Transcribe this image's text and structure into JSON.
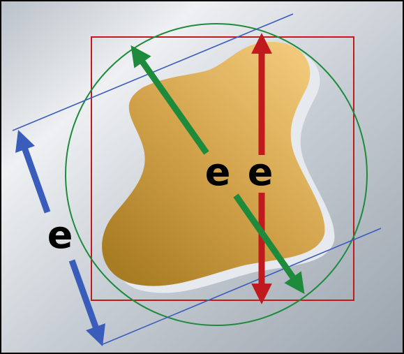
{
  "figure": {
    "labels": {
      "square_height": "e",
      "circle_diameter": "e",
      "parallel_lines_distance": "e"
    },
    "colors": {
      "border": "#000000",
      "background_light": "#eef0f2",
      "background_dark": "#9aa3ad",
      "shape_fill_light": "#f0c878",
      "shape_fill_dark": "#a87c22",
      "shape_shadow": "#e6e9ee",
      "bounding_square": "#c0191e",
      "circumscribed_circle": "#1e8a3c",
      "parallel_lines": "#3a5dbb",
      "label_text": "#000000"
    }
  }
}
